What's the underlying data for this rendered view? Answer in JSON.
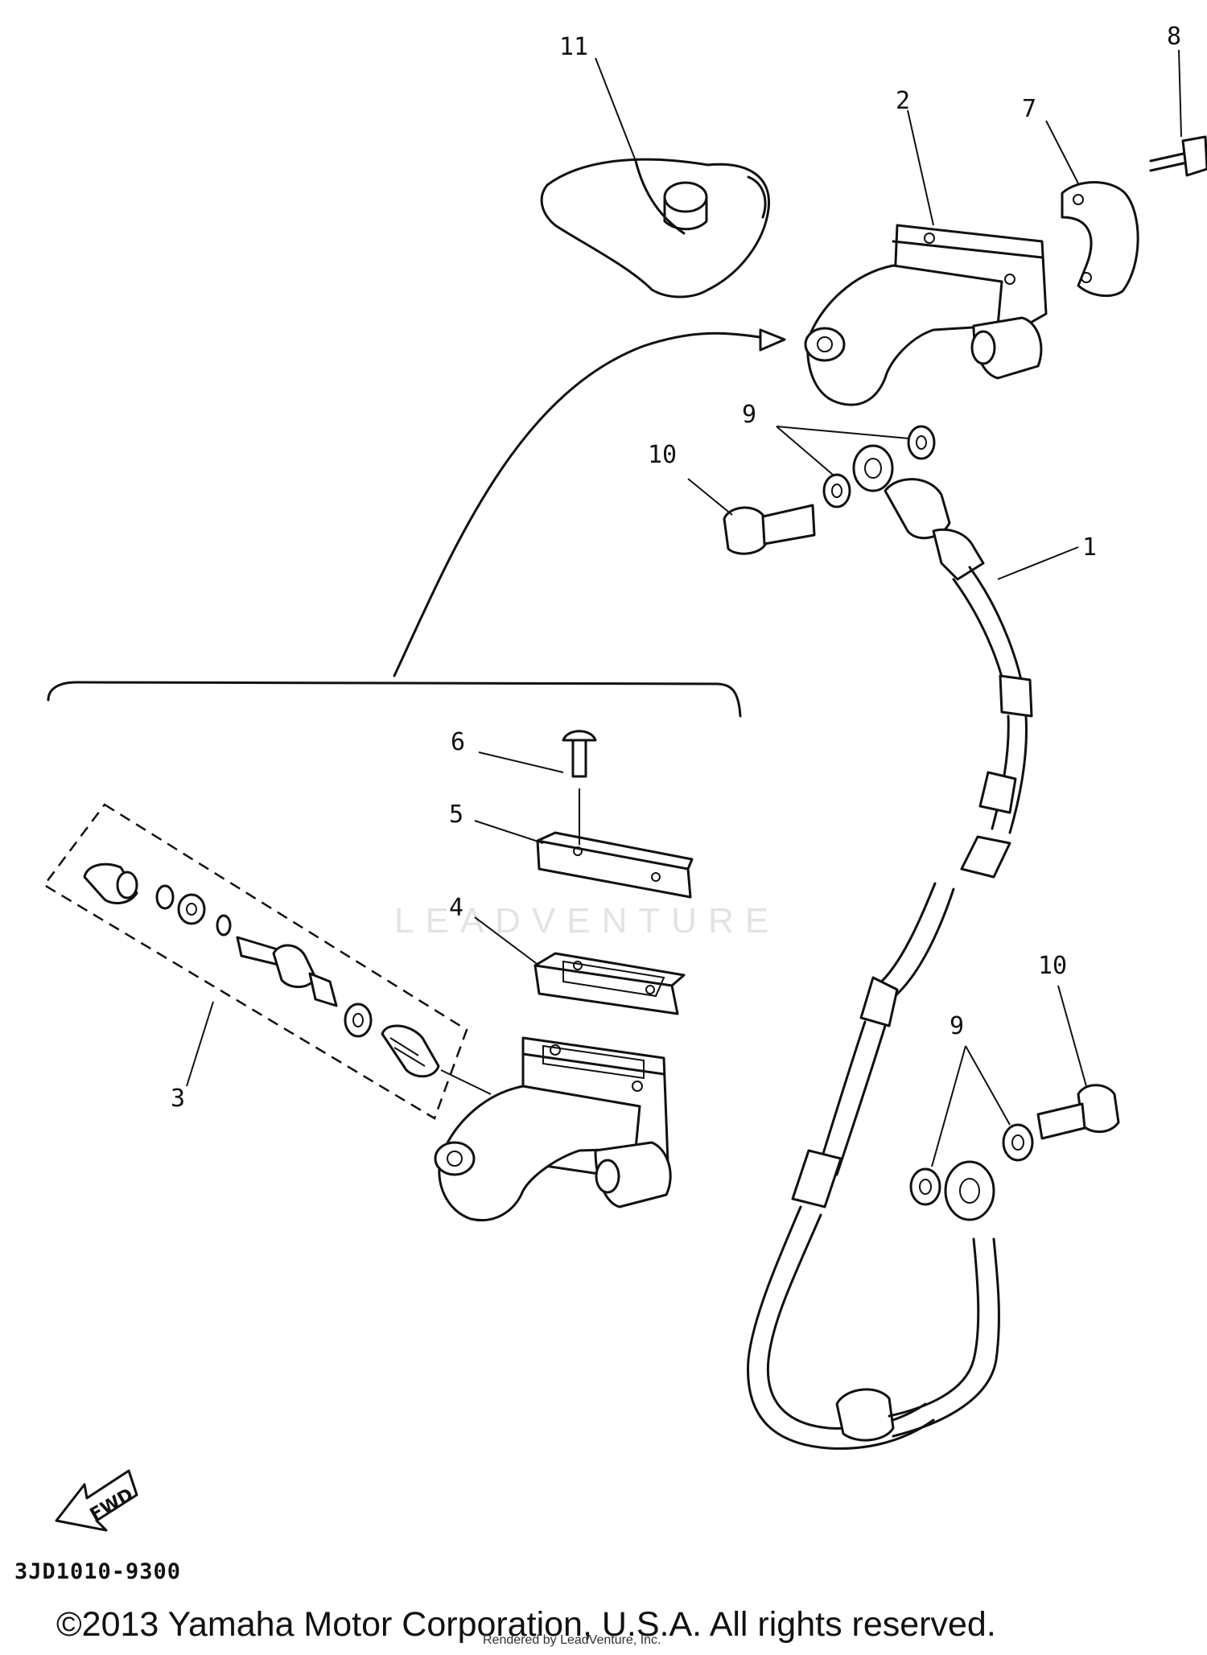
{
  "callouts": {
    "p1": "1",
    "p2": "2",
    "p3": "3",
    "p4": "4",
    "p5": "5",
    "p6": "6",
    "p7": "7",
    "p8": "8",
    "p9a": "9",
    "p9b": "9",
    "p10a": "10",
    "p10b": "10",
    "p11": "11"
  },
  "fwd_label": "FWD",
  "diagram_code": "3JD1010-9300",
  "copyright": "©2013 Yamaha Motor Corporation, U.S.A. All rights reserved.",
  "rendered_by": "Rendered by LeadVenture, Inc.",
  "watermark": "LEADVENTURE"
}
